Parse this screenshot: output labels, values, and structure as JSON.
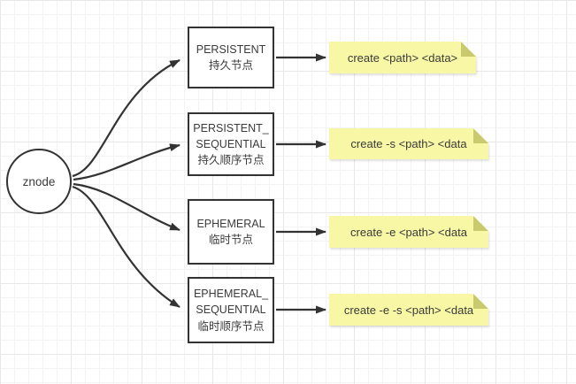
{
  "canvas": {
    "stroke_color": "#333333",
    "note_fill": "#f7f7a5",
    "note_fold_color": "#c9c96e",
    "grid_minor_color": "#f3f3f3",
    "grid_major_color": "#e7e7e7"
  },
  "root_node": {
    "label": "znode"
  },
  "node_types": [
    {
      "label": "PERSISTENT\n持久节点",
      "command": "create <path> <data>"
    },
    {
      "label": "PERSISTENT_\nSEQUENTIAL\n持久顺序节点",
      "command": "create -s <path> <data"
    },
    {
      "label": "EPHEMERAL\n临时节点",
      "command": "create -e <path> <data"
    },
    {
      "label": "EPHEMERAL_\nSEQUENTIAL\n临时顺序节点",
      "command": "create -e -s <path> <data"
    }
  ]
}
